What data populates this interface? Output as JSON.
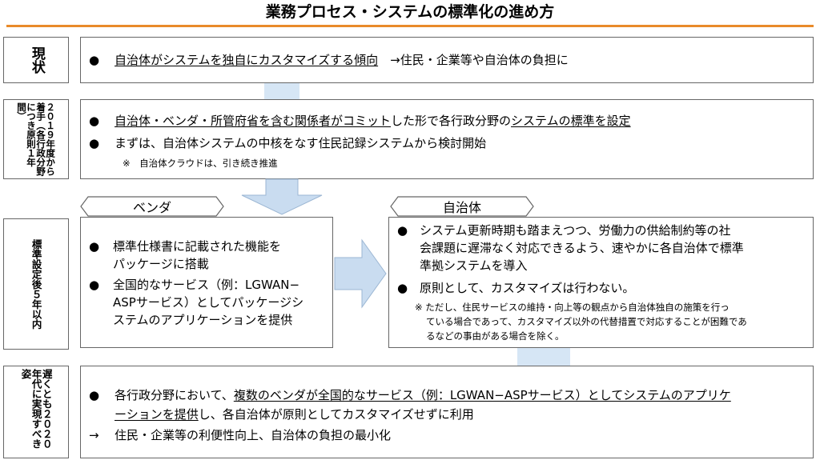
{
  "title": "業務プロセス・システムの標準化の進め方",
  "colors": {
    "accent": "#e98a2a",
    "arrow": "#c9dcf0",
    "connector": "#d6e6f5"
  },
  "rows": {
    "current": {
      "label": "現状",
      "bullet": "●",
      "text_underlined": "自治体がシステムを独自にカスタマイズする傾向",
      "text_rest": "→住民・企業等や自治体の負担に"
    },
    "start": {
      "label": "２０１９年度から着手（各行政分野につき原則１年間）",
      "bullet1": "●",
      "line1_a": "自治体・ベンダ・所管府省を含む関係者がコミット",
      "line1_b": "した形で各行政分野の",
      "line1_c": "システムの標準を設定",
      "bullet2": "●",
      "line2": "まずは、自治体システムの中核をなす住民記録システムから検討開始",
      "note": "※　自治体クラウドは、引き続き推進"
    },
    "within5": {
      "label": "標準設定後５年以内",
      "vendor": {
        "tag": "ベンダ",
        "b1": "●",
        "t1a": "標準仕様書に記載された機能を",
        "t1b": "パッケージに搭載",
        "b2": "●",
        "t2a": "全国的なサービス（例：LGWAN−",
        "t2b": "ASPサービス）としてパッケージシ",
        "t2c": "ステムのアプリケーションを提供"
      },
      "municipality": {
        "tag": "自治体",
        "b1": "●",
        "t1a": "システム更新時期も踏まえつつ、労働力の供給制約等の社",
        "t1b": "会課題に遅滞なく対応できるよう、速やかに各自治体で標準",
        "t1c": "準拠システムを導入",
        "b2": "●",
        "t2": "原則として、カスタマイズは行わない。",
        "note_a": "※  ただし、住民サービスの維持・向上等の観点から自治体独自の施策を行っ",
        "note_b": "ている場合であって、カスタマイズ以外の代替措置で対応することが困難であ",
        "note_c": "るなどの事由がある場合を除く。"
      }
    },
    "goal": {
      "label": "遅くとも２０２０年代に実現すべき姿",
      "bullet": "●",
      "l1_a": "各行政分野において、",
      "l1_b": "複数のベンダが全国的なサービス（例：LGWAN−ASPサービス）としてシステムのアプリケ",
      "l2_a": "ーションを提供",
      "l2_b": "し、各自治体が原則としてカスタマイズせずに利用",
      "arrow": "→",
      "l3": "住民・企業等の利便性向上、自治体の負担の最小化"
    }
  }
}
